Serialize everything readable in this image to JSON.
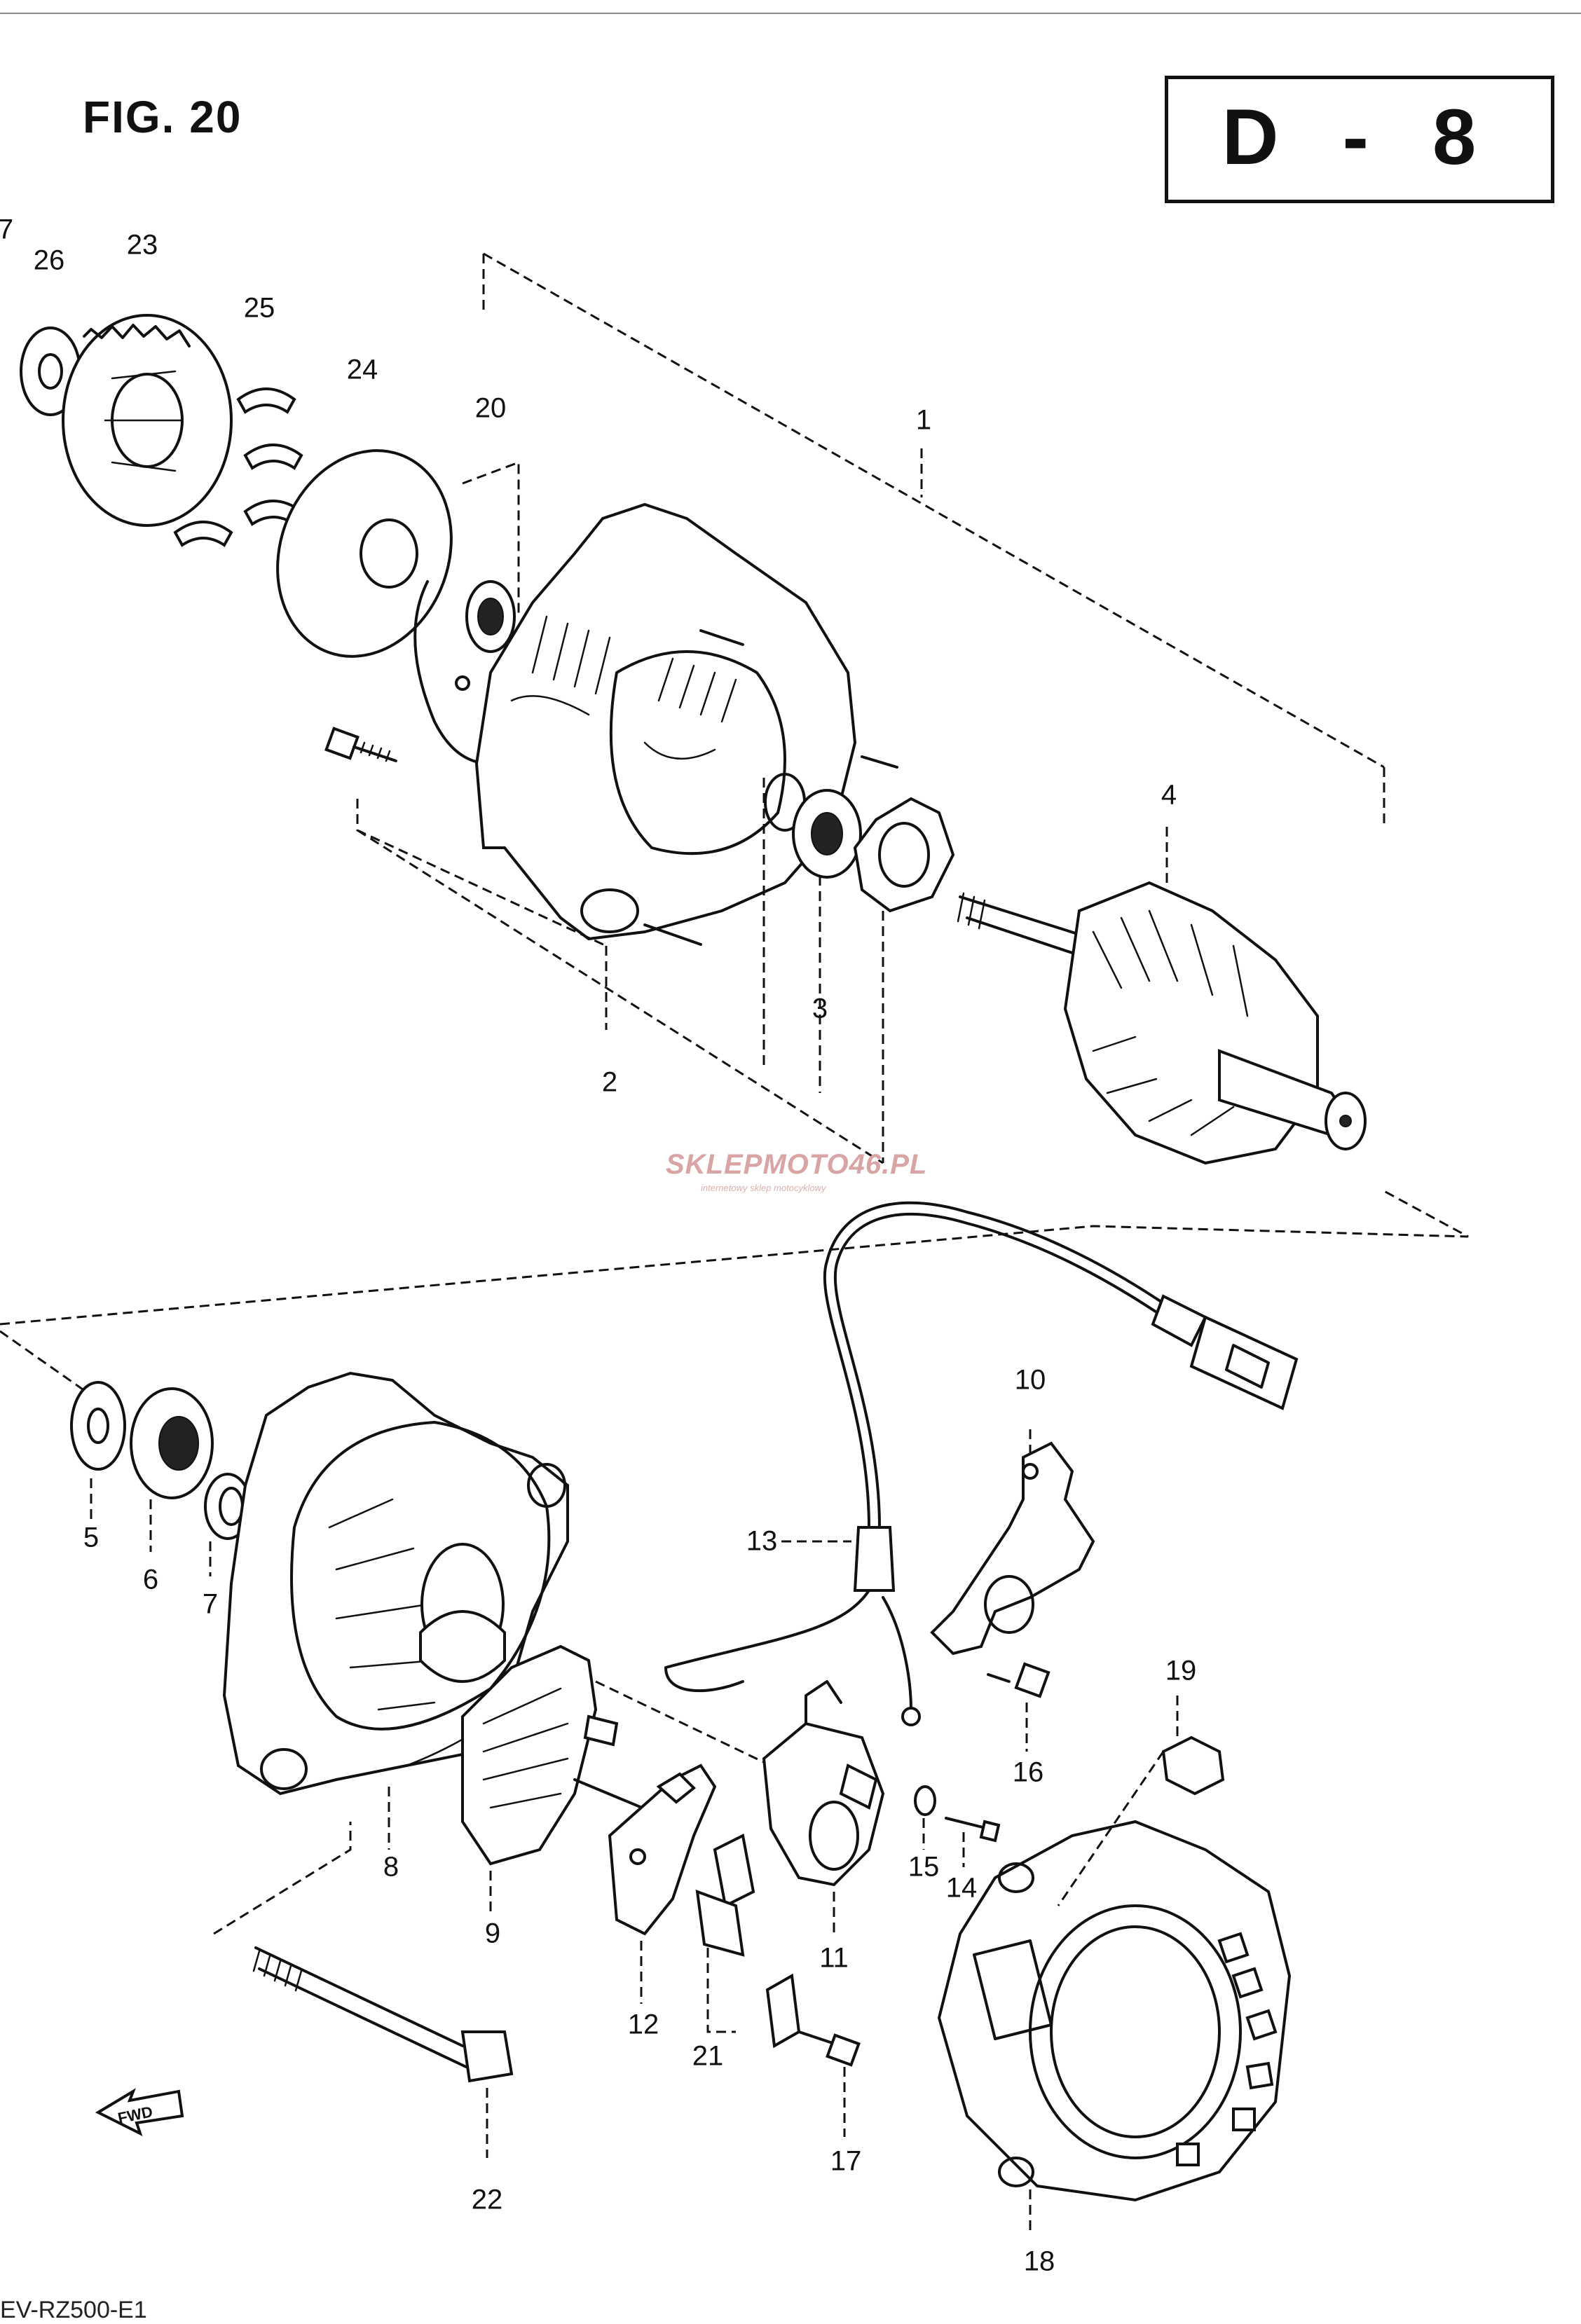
{
  "figure_label": "FIG. 20",
  "page_code": "D - 8",
  "watermark": {
    "text": "SKLEPMOTO46.PL",
    "subtext": "internetowy sklep motocyklowy"
  },
  "footer_code": "EV-RZ500-E1",
  "callouts": [
    {
      "id": "1",
      "label": "1"
    },
    {
      "id": "2",
      "label": "2"
    },
    {
      "id": "3",
      "label": "3"
    },
    {
      "id": "4",
      "label": "4"
    },
    {
      "id": "5",
      "label": "5"
    },
    {
      "id": "6",
      "label": "6"
    },
    {
      "id": "7",
      "label": "7"
    },
    {
      "id": "8",
      "label": "8"
    },
    {
      "id": "9",
      "label": "9"
    },
    {
      "id": "10",
      "label": "10"
    },
    {
      "id": "11",
      "label": "11"
    },
    {
      "id": "12",
      "label": "12"
    },
    {
      "id": "13",
      "label": "13"
    },
    {
      "id": "14",
      "label": "14"
    },
    {
      "id": "15",
      "label": "15"
    },
    {
      "id": "16",
      "label": "16"
    },
    {
      "id": "17",
      "label": "17"
    },
    {
      "id": "18",
      "label": "18"
    },
    {
      "id": "19",
      "label": "19"
    },
    {
      "id": "20",
      "label": "20"
    },
    {
      "id": "21",
      "label": "21"
    },
    {
      "id": "22",
      "label": "22"
    },
    {
      "id": "23",
      "label": "23"
    },
    {
      "id": "24",
      "label": "24"
    },
    {
      "id": "25",
      "label": "25"
    },
    {
      "id": "26",
      "label": "26"
    },
    {
      "id": "27",
      "label": "7"
    }
  ],
  "fwd_marker": "FWD"
}
